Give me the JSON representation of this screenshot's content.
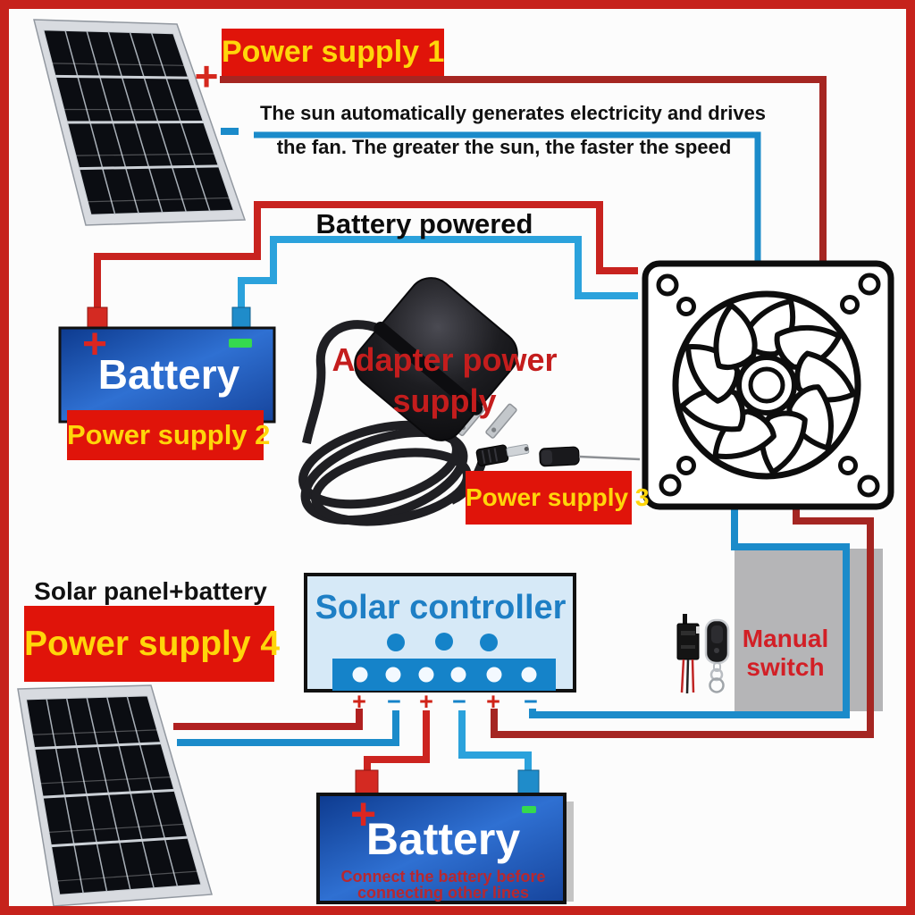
{
  "labels": {
    "ps1": "Power supply 1",
    "ps2": "Power supply 2",
    "ps3": "Power supply 3",
    "ps4": "Power supply 4"
  },
  "description": {
    "line1": "The sun automatically generates electricity and drives",
    "line2": "the fan. The greater the sun, the faster the speed"
  },
  "battery_powered_title": "Battery powered",
  "adapter_caption": {
    "line1": "Adapter power",
    "line2": "supply"
  },
  "solar_panel_battery_title": "Solar panel+battery",
  "manual_switch": {
    "line1": "Manual",
    "line2": "switch"
  },
  "battery_top": {
    "title": "Battery",
    "plus": "+"
  },
  "battery_bottom": {
    "title": "Battery",
    "plus": "+",
    "note1": "Connect the battery before",
    "note2": "connecting other lines"
  },
  "controller": {
    "title": "Solar controller",
    "signs": [
      "+",
      "−",
      "+",
      "−",
      "+",
      "−"
    ]
  },
  "panel1_plus": "+",
  "icons": {
    "solar_panel": "solar-panel-icon",
    "fan": "fan-icon",
    "power_adapter": "power-adapter-icon",
    "remote_receiver": "remote-receiver-icon",
    "remote_fob": "remote-fob-icon",
    "battery": "battery-icon",
    "solar_controller": "solar-controller-icon"
  },
  "colors": {
    "frame_red": "#c6221c",
    "label_bg": "#e0140a",
    "label_text": "#ffd60a",
    "wire_red_dark": "#a52622",
    "wire_red_bright": "#c8231f",
    "wire_blue": "#1b8bca",
    "wire_blue_bright": "#2ba2dc",
    "battery_blue": "#2f70d2",
    "battery_minus_green": "#35d94e",
    "controller_blue": "#1583c9",
    "controller_bg": "#d6e9f7",
    "gray_box": "#b5b5b7",
    "caption_red": "#c41d1d"
  }
}
